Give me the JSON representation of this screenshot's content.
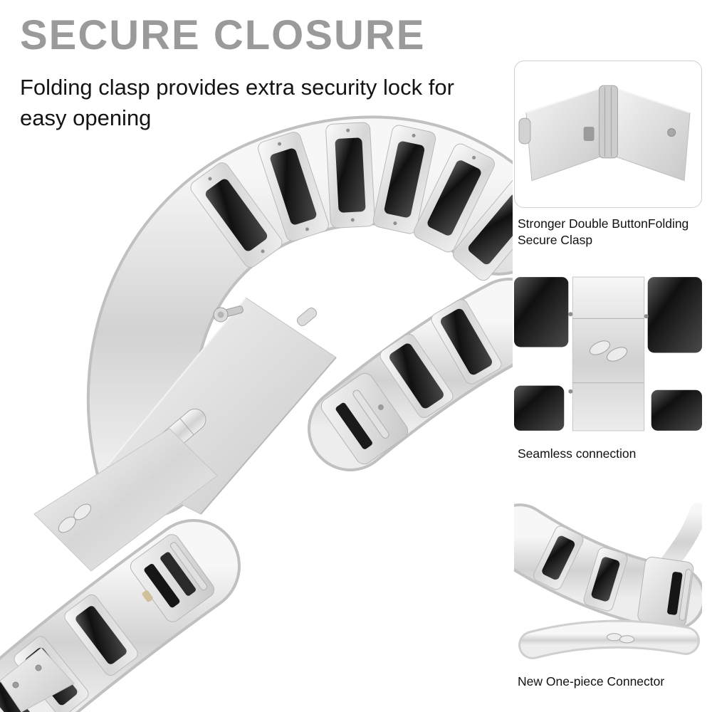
{
  "header": {
    "title": "SECURE CLOSURE",
    "subtitle": "Folding clasp provides extra security lock for easy opening"
  },
  "main_photo": {
    "alt": "silver and black ceramic stainless watch band folded in a loop with folding clasp and one-piece connectors"
  },
  "callouts": [
    {
      "caption": "Stronger Double ButtonFolding Secure Clasp",
      "image": "folding-clasp-detail-photo"
    },
    {
      "caption": "Seamless connection",
      "image": "seamless-connection-detail-photo"
    },
    {
      "caption": "New One-piece Connector",
      "image": "one-piece-connector-detail-photo"
    }
  ],
  "palette": {
    "title_gray": "#9a9a9a",
    "body_text": "#141414",
    "silver_light": "#fbfbfb",
    "silver_mid": "#d6d6d6",
    "silver_plate": "#c8c8c8",
    "black_insert": "#101010",
    "frame_border": "#cfcfcf"
  }
}
